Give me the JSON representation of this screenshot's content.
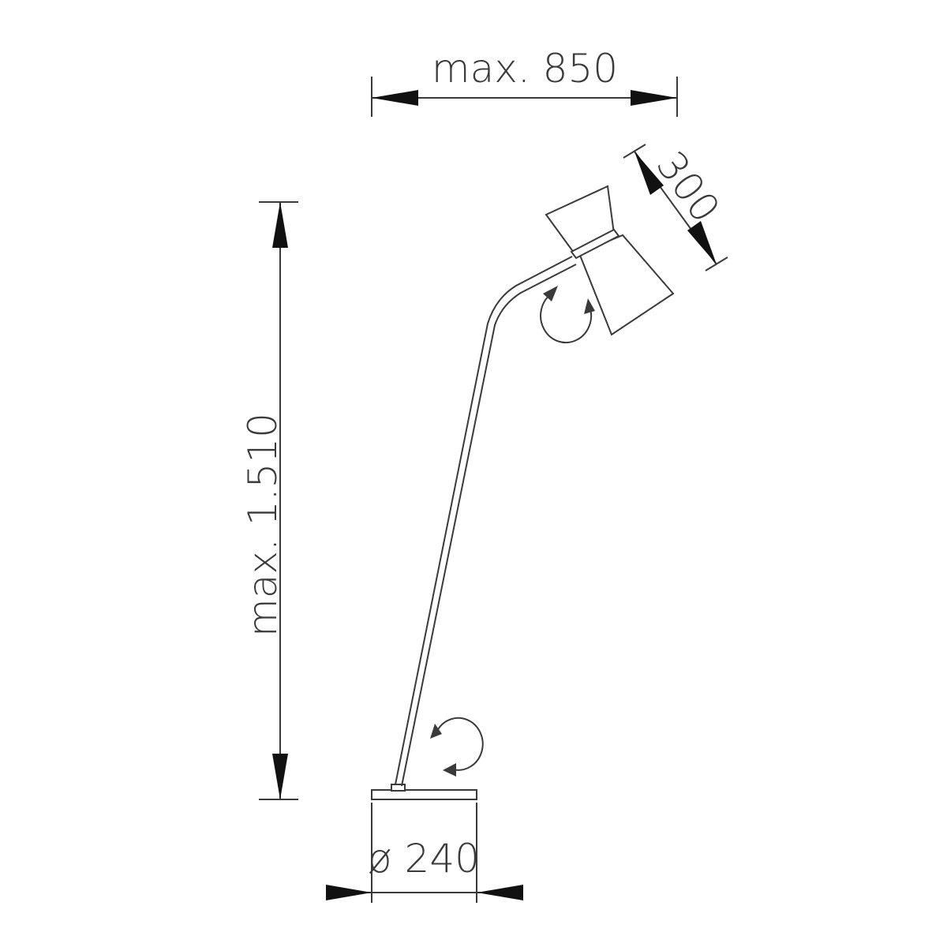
{
  "dimensions": {
    "width_label": "max. 850",
    "height_label": "max. 1.510",
    "shade_label": "300",
    "base_label": "ø 240"
  },
  "colors": {
    "line": "#3a3a3a",
    "arrow": "#111111",
    "fill": "#ffffff",
    "background": "#ffffff"
  }
}
